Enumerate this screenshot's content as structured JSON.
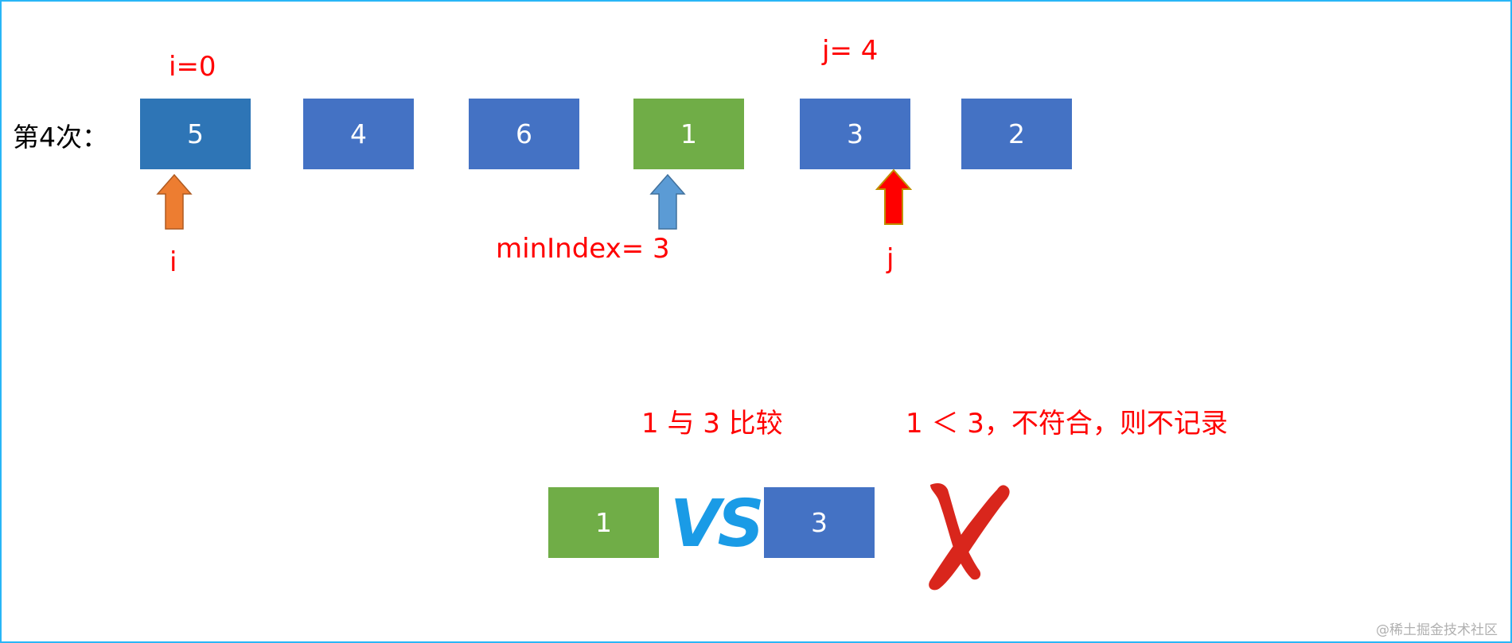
{
  "pass_label": "第4次：",
  "array": [
    "5",
    "4",
    "6",
    "1",
    "3",
    "2"
  ],
  "labels": {
    "i_value": "i=0",
    "j_value": "j= 4",
    "i_pointer": "i",
    "min_index": "minIndex= 3",
    "j_pointer": "j"
  },
  "comparison": {
    "left": "1",
    "vs_text": "VS",
    "right": "3",
    "compare_text": "1 与 3 比较",
    "result_text": "1 ＜ 3，不符合，则不记录"
  },
  "watermark": "@稀土掘金技术社区",
  "colors": {
    "box_blue": "#4472c4",
    "box_first": "#2e75b6",
    "box_green": "#70ad47",
    "label_red": "#ff0000",
    "arrow_i": "#ed7d31",
    "arrow_min": "#5b9bd5",
    "arrow_j": "#ff0000",
    "vs_blue": "#1a9be6",
    "cross_red": "#d9261c"
  }
}
